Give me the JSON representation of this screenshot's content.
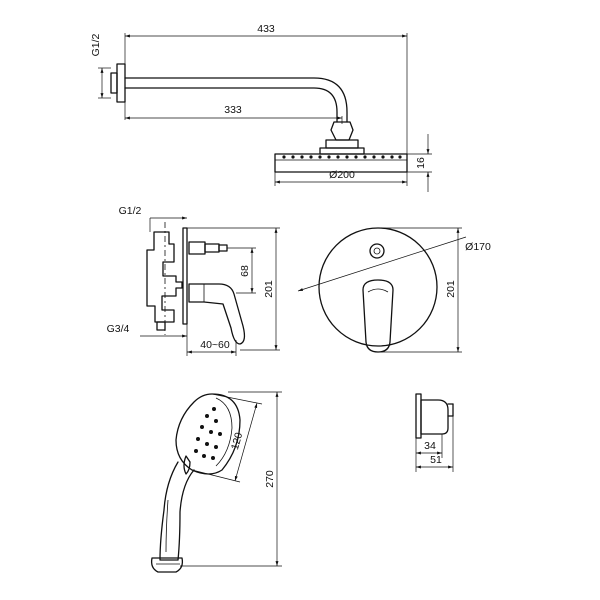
{
  "dimensions": {
    "arm_thread": "G1/2",
    "arm_total_length": "433",
    "arm_reach": "333",
    "head_thickness": "16",
    "head_diameter": "Ø200",
    "inlet_thread": "G1/2",
    "outlet_thread": "G3/4",
    "lever_offset": "68",
    "wall_depth": "40~60",
    "mixer_height": "201",
    "plate_diameter": "Ø170",
    "plate_height": "201",
    "hand_shower_head": "120",
    "hand_shower_length": "270",
    "outlet_depth_inner": "34",
    "outlet_depth_outer": "51"
  },
  "colors": {
    "line": "#111111",
    "background": "#ffffff"
  }
}
